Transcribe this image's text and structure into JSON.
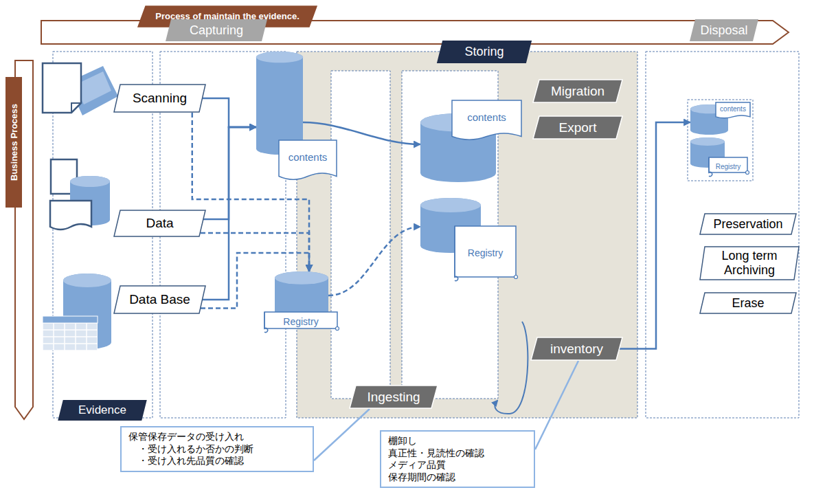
{
  "diagram": {
    "nodes": [
      {
        "text": [
          "Process of maintain the evidence."
        ]
      },
      {
        "text": [
          "Business Process"
        ]
      },
      {
        "text": [
          "Evidence"
        ]
      },
      {
        "text": [
          "Capturing"
        ]
      },
      {
        "text": [
          "Storing"
        ]
      },
      {
        "text": [
          "Disposal"
        ]
      },
      {
        "text": [
          "Scanning"
        ]
      },
      {
        "text": [
          "Data"
        ]
      },
      {
        "text": [
          "Data Base"
        ]
      },
      {
        "text": [
          "contents"
        ]
      },
      {
        "text": [
          "Registry"
        ]
      },
      {
        "text": [
          "contents"
        ],
        "in": 4
      },
      {
        "text": [
          "Registry"
        ],
        "in": 4
      },
      {
        "text": [
          "Migration"
        ],
        "in": 4
      },
      {
        "text": [
          "Export"
        ],
        "in": 4
      },
      {
        "text": [
          "Ingesting"
        ],
        "in": 4
      },
      {
        "text": [
          "inventory"
        ],
        "in": 4
      },
      {
        "text": [
          "contents"
        ],
        "in": 5
      },
      {
        "text": [
          "Registry"
        ],
        "in": 5
      },
      {
        "text": [
          "Preservation"
        ],
        "in": 5
      },
      {
        "text": [
          "Long term Archiving"
        ],
        "in": 5
      },
      {
        "text": [
          "Erase"
        ],
        "in": 5
      },
      {
        "text": [
          "保管保存データの受け入れ",
          "・受け入れるか否かの判断",
          "・受け入れ先品質の確認"
        ]
      },
      {
        "text": [
          "棚卸し",
          "真正性・見読性の確認",
          "メディア品質",
          "保存期間の確認"
        ]
      }
    ],
    "edges": [
      {
        "from": 6,
        "to": 9,
        "arrow": "to"
      },
      {
        "from": 7,
        "to": 9,
        "arrow": "to"
      },
      {
        "from": 8,
        "to": 9,
        "arrow": "to"
      },
      {
        "from": 6,
        "to": 10,
        "arrow": "to"
      },
      {
        "from": 7,
        "to": 10,
        "arrow": "to"
      },
      {
        "from": 8,
        "to": 10,
        "arrow": "to"
      },
      {
        "from": 9,
        "to": 11,
        "arrow": "to"
      },
      {
        "from": 10,
        "to": 12,
        "arrow": "to"
      },
      {
        "from": 16,
        "to": 17,
        "arrow": "to"
      },
      {
        "from": 22,
        "to": 15,
        "arrow": "none"
      },
      {
        "from": 23,
        "to": 16,
        "arrow": "none"
      }
    ]
  }
}
